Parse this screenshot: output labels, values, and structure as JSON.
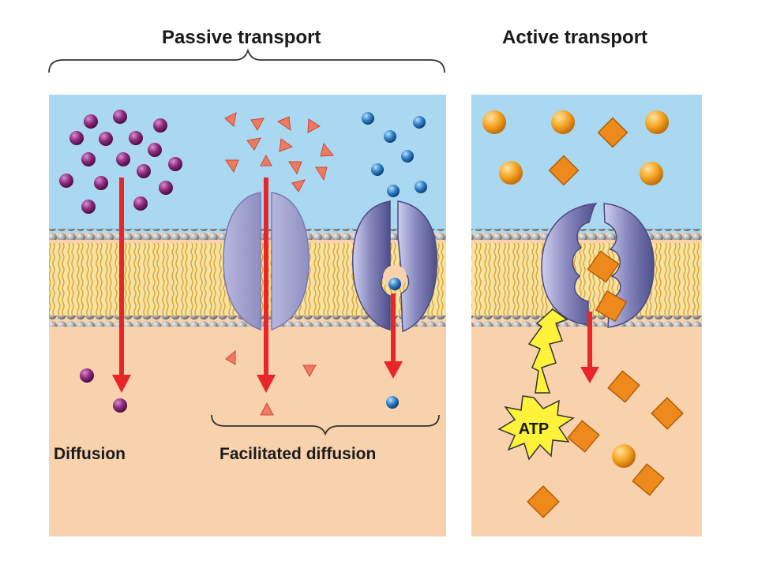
{
  "headings": {
    "passive": "Passive transport",
    "active": "Active transport"
  },
  "labels": {
    "diffusion": "Diffusion",
    "facilitated": "Facilitated diffusion",
    "atp": "ATP"
  },
  "colors": {
    "extracellular": "#a9d8f0",
    "cytoplasm": "#f7d2ad",
    "phospholipid_head": "#a6a6a6",
    "lipid_tail": "#e8c35c",
    "protein": "#9e9ec9",
    "protein_dark": "#6e6ea6",
    "arrow": "#e8262a",
    "diffusion_molecule": "#7a1c6e",
    "facilitated_triangle": "#ef7a62",
    "facilitated_sphere": "#2f80c8",
    "active_sphere": "#f6a623",
    "active_cube": "#ee8a1c",
    "atp_burst": "#fff23a"
  },
  "icons": {
    "diffusion_molecule": "purple-sphere-icon",
    "facilitated_solute_triangle": "triangle-solute-icon",
    "facilitated_solute_sphere": "blue-sphere-icon",
    "active_sphere": "orange-sphere-icon",
    "active_cube": "orange-cube-icon",
    "energy": "lightning-bolt-icon",
    "atp": "starburst-icon"
  }
}
